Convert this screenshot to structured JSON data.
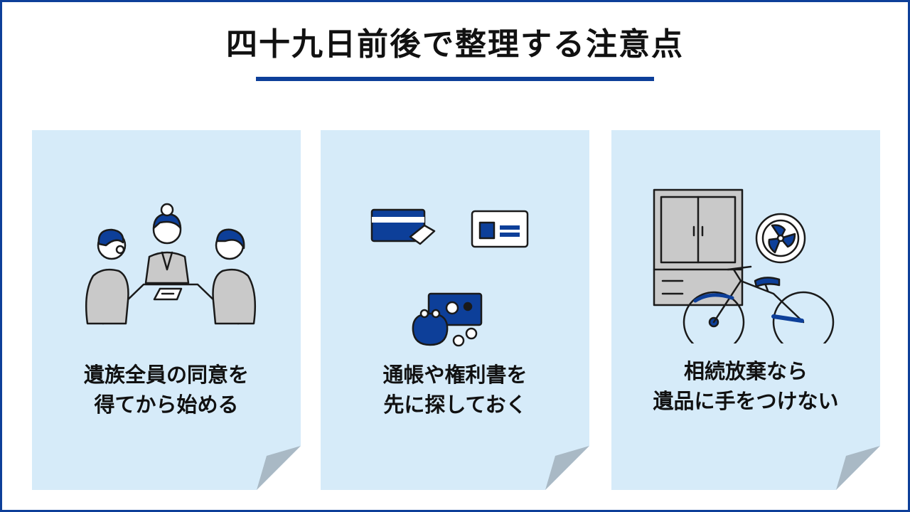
{
  "title": "四十九日前後で整理する注意点",
  "colors": {
    "accent": "#0d3f99",
    "card_bg": "#d6ebf9",
    "fold": "#a9b9c5",
    "illus_gray": "#c9c9c9"
  },
  "cards": [
    {
      "caption_lines": [
        "遺族全員の同意を",
        "得てから始める"
      ],
      "icon": "family-meeting-illustration"
    },
    {
      "caption_lines": [
        "通帳や権利書を",
        "先に探しておく"
      ],
      "icon": "documents-cards-wallet-illustration"
    },
    {
      "caption_lines": [
        "相続放棄なら",
        "遺品に手をつけない"
      ],
      "icon": "cabinet-fan-bicycle-illustration"
    }
  ]
}
